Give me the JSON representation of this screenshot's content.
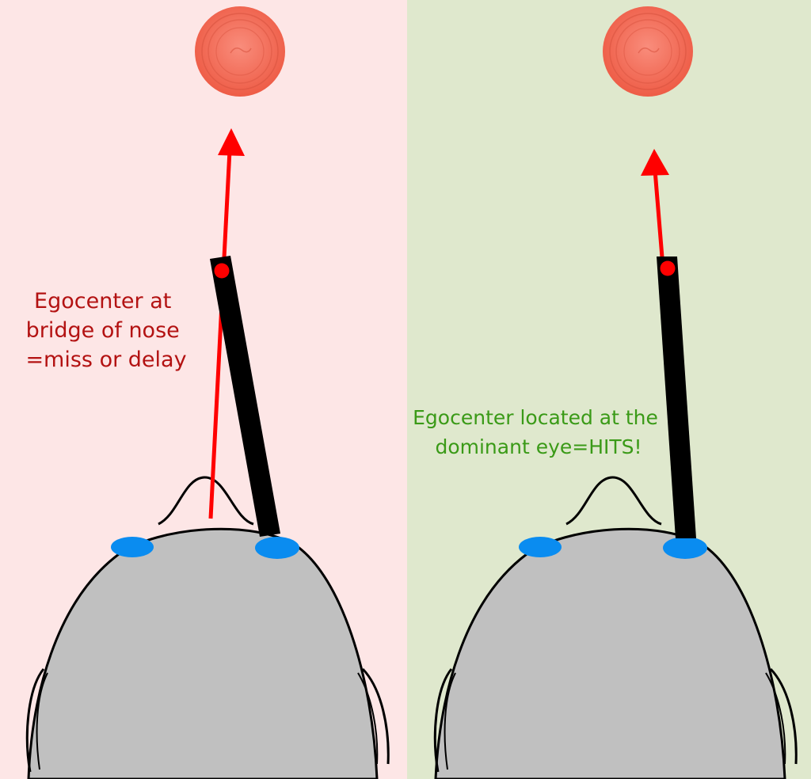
{
  "panels": [
    {
      "id": "left",
      "background": "#fde6e6",
      "caption_color": "#b31212",
      "caption_lines": [
        "Egocenter at",
        "bridge of nose",
        "=miss or delay"
      ]
    },
    {
      "id": "right",
      "background": "#dfe8cd",
      "caption_color": "#3a9a17",
      "caption_lines": [
        "Egocenter located at the",
        "dominant eye=HITS!"
      ]
    }
  ],
  "colors": {
    "arrow": "#ff0000",
    "barrel": "#000000",
    "sight_dot": "#ff0000",
    "eye": "#0a8cf0",
    "head": "#c0c0c0",
    "clay_target": "#f36b57",
    "clay_target_ridge": "#d9533f"
  },
  "icons": [
    "clay-target-icon",
    "shotgun-barrel",
    "aim-arrow",
    "head-outline",
    "eye-icon"
  ]
}
